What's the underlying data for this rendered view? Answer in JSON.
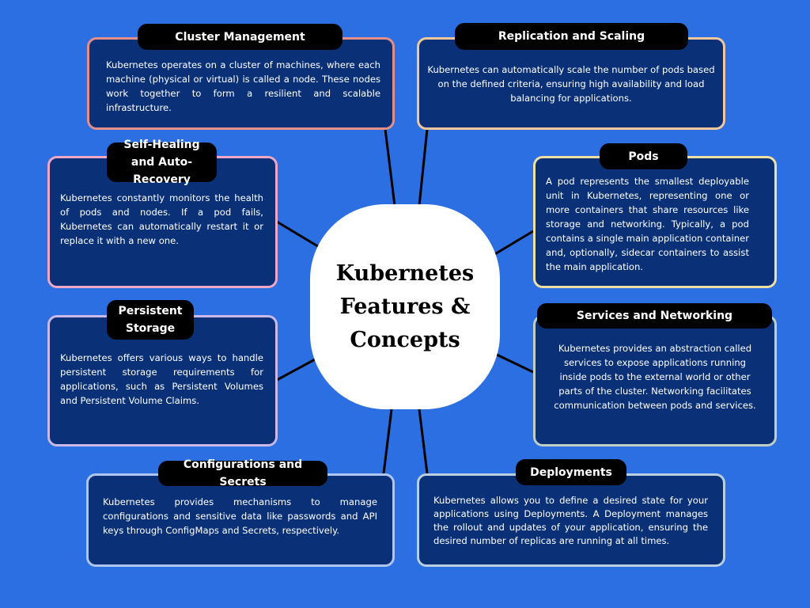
{
  "title": "Kubernetes Features & Concepts",
  "cards": [
    {
      "title": "Cluster Management",
      "text": "Kubernetes operates on a cluster of machines, where each machine (physical or virtual) is called a node. These nodes work together to form a resilient and scalable infrastructure.",
      "border": "#e58f8a"
    },
    {
      "title": "Replication and Scaling",
      "text": "Kubernetes can automatically scale the number of pods based on the defined criteria, ensuring high availability and load balancing for applications.",
      "border": "#f1c79b"
    },
    {
      "title": "Self-Healing and Auto-Recovery",
      "text": "Kubernetes constantly monitors the health of pods and nodes. If a pod fails, Kubernetes can automatically restart it or replace it with a new one.",
      "border": "#f0a6c6"
    },
    {
      "title": "Pods",
      "text": "A pod represents the smallest deployable unit in Kubernetes, representing one or more containers that share resources like storage and networking. Typically, a pod contains a single main application container and, optionally, sidecar containers to assist the main application.",
      "border": "#efdfa2"
    },
    {
      "title": "Persistent Storage",
      "text": "Kubernetes offers various ways to handle persistent storage requirements for applications, such as Persistent Volumes and Persistent Volume Claims.",
      "border": "#c9b8e8"
    },
    {
      "title": "Services and Networking",
      "text": "Kubernetes provides an abstraction called services to expose applications running inside pods to the external world or other parts of the cluster. Networking facilitates communication between pods and services.",
      "border": "#bfcfc4"
    },
    {
      "title": "Configurations and Secrets",
      "text": "Kubernetes provides mechanisms to manage configurations and sensitive data like passwords and API keys through ConfigMaps and Secrets, respectively.",
      "border": "#aec6ef"
    },
    {
      "title": "Deployments",
      "text": "Kubernetes allows you to define a desired state for your applications using Deployments. A Deployment manages the rollout and updates of your application, ensuring the desired number of replicas are running at all times.",
      "border": "#b8cfdf"
    }
  ]
}
